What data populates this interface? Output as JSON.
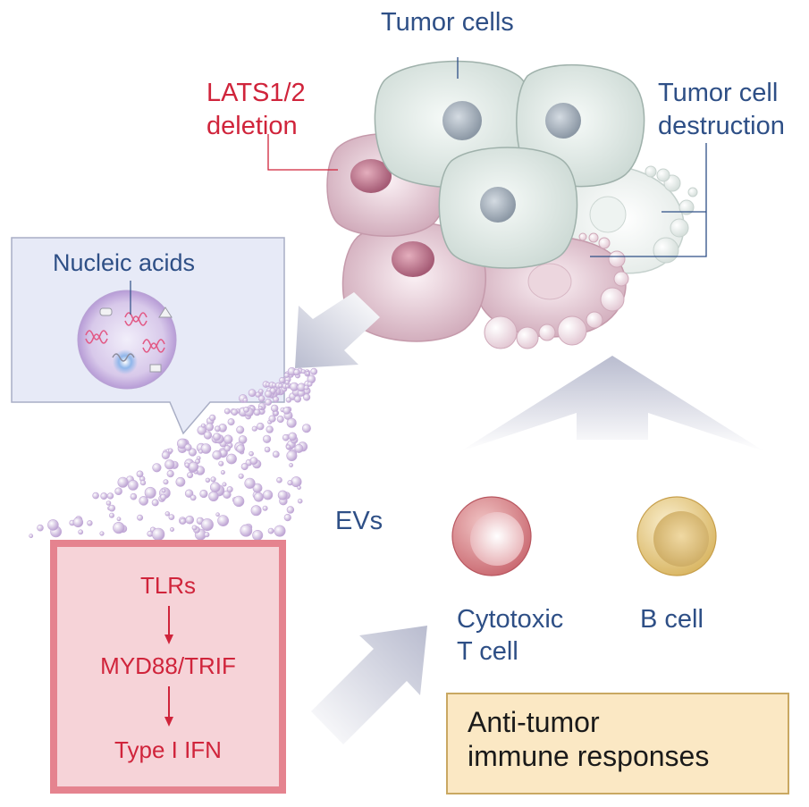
{
  "labels": {
    "tumor_cells": "Tumor cells",
    "lats_deletion_line1": "LATS1/2",
    "lats_deletion_line2": "deletion",
    "tumor_destruction_line1": "Tumor cell",
    "tumor_destruction_line2": "destruction",
    "nucleic_acids": "Nucleic acids",
    "evs": "EVs",
    "cytotoxic_line1": "Cytotoxic",
    "cytotoxic_line2": "T cell",
    "b_cell": "B cell"
  },
  "pathway": {
    "step1": "TLRs",
    "step2": "MYD88/TRIF",
    "step3": "Type I IFN"
  },
  "outcome": {
    "text": "Anti-tumor\nimmune responses"
  },
  "colors": {
    "label_blue": "#2e4f86",
    "label_red": "#d0243b",
    "tumor_green": "#d9e4e0",
    "mutant_pink": "#d6b0c0",
    "pathway_fill": "#f6d3d8",
    "pathway_border": "#e5838f",
    "outcome_fill": "#fbe8c4",
    "t_cell": "#d7858b",
    "b_cell": "#e8cf91",
    "arrow_grey": "#c6c7d6",
    "ev_purple": "#c9b3db"
  }
}
